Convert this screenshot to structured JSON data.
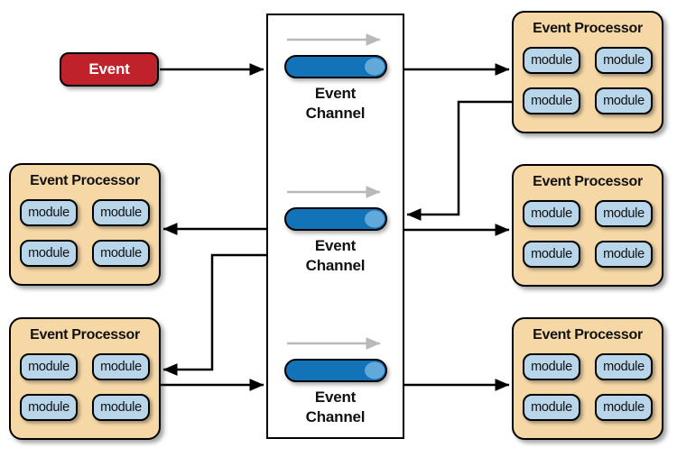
{
  "diagram": {
    "type": "event-driven-architecture-broker-topology",
    "event": {
      "label": "Event"
    },
    "channels": [
      {
        "label": "Event Channel"
      },
      {
        "label": "Event Channel"
      },
      {
        "label": "Event Channel"
      }
    ],
    "processors": [
      {
        "position": "top-right",
        "title": "Event Processor",
        "modules": [
          "module",
          "module",
          "module",
          "module"
        ]
      },
      {
        "position": "middle-right",
        "title": "Event Processor",
        "modules": [
          "module",
          "module",
          "module",
          "module"
        ]
      },
      {
        "position": "bottom-right",
        "title": "Event Processor",
        "modules": [
          "module",
          "module",
          "module",
          "module"
        ]
      },
      {
        "position": "middle-left",
        "title": "Event Processor",
        "modules": [
          "module",
          "module",
          "module",
          "module"
        ]
      },
      {
        "position": "bottom-left",
        "title": "Event Processor",
        "modules": [
          "module",
          "module",
          "module",
          "module"
        ]
      }
    ],
    "connections": [
      {
        "from": "event",
        "to": "channel-1"
      },
      {
        "from": "channel-1",
        "to": "processor-top-right"
      },
      {
        "from": "processor-top-right",
        "to": "channel-2"
      },
      {
        "from": "channel-2",
        "to": "processor-middle-right"
      },
      {
        "from": "channel-2",
        "to": "processor-middle-left"
      },
      {
        "from": "channel-2",
        "to": "processor-bottom-left"
      },
      {
        "from": "processor-bottom-left",
        "to": "channel-3"
      },
      {
        "from": "channel-3",
        "to": "processor-bottom-right"
      }
    ]
  },
  "colors": {
    "event_red": "#c0222b",
    "processor_tan": "#f6d8a6",
    "module_blue": "#b8d5e9",
    "channel_blue": "#1273b8",
    "channel_cap_blue": "#62a8d9",
    "arrow_gray": "#b9b9b9",
    "line_black": "#000000",
    "background": "#ffffff"
  }
}
